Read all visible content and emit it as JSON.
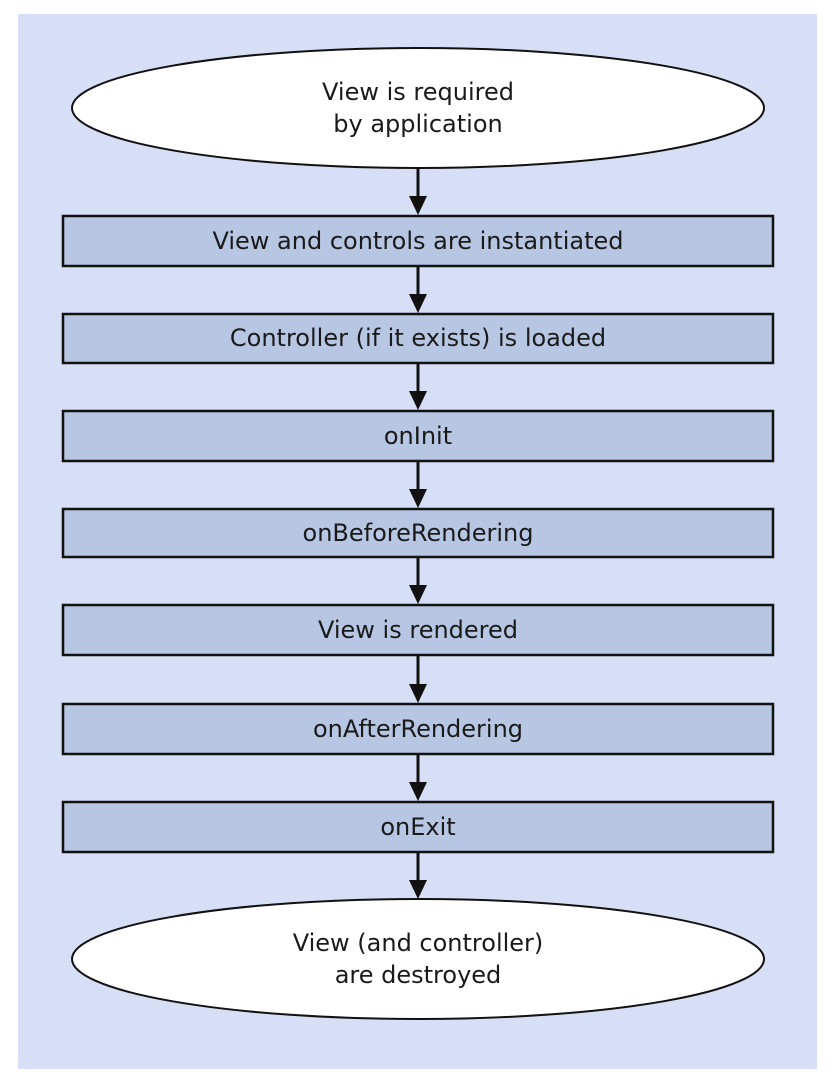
{
  "start": {
    "line1": "View is required",
    "line2": "by application"
  },
  "steps": [
    "View and controls are instantiated",
    "Controller (if it exists) is loaded",
    "onInit",
    "onBeforeRendering",
    "View is rendered",
    "onAfterRendering",
    "onExit"
  ],
  "end": {
    "line1": "View (and controller)",
    "line2": "are destroyed"
  }
}
